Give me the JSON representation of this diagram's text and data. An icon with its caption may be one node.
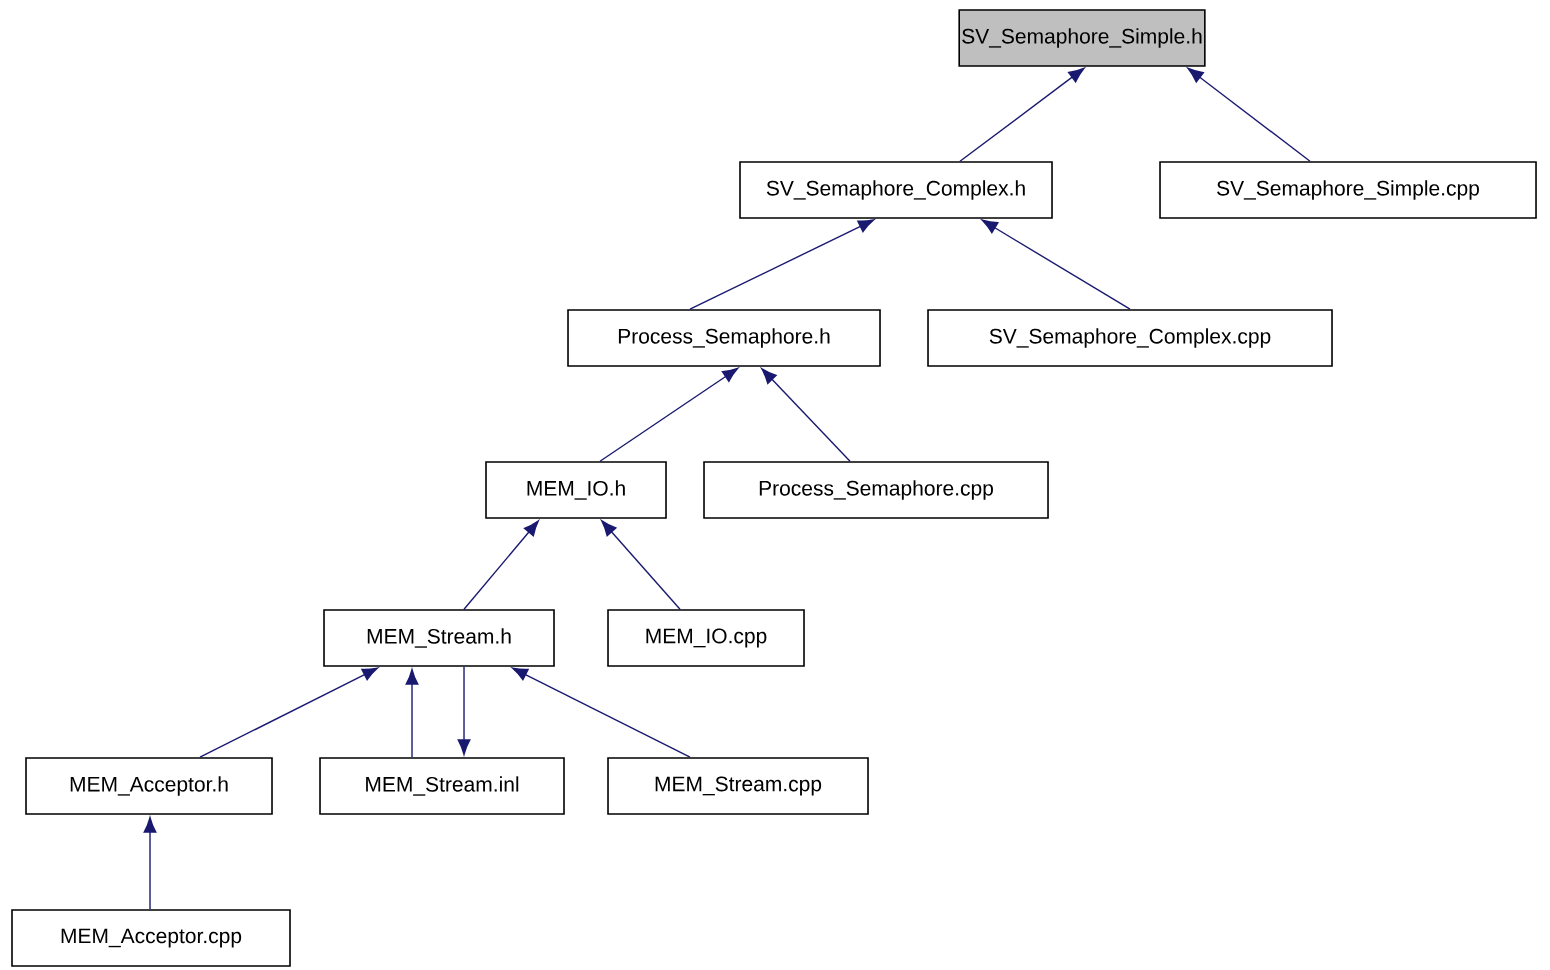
{
  "diagram": {
    "nodes": [
      {
        "text": [
          "SV_Semaphore_Simple.h"
        ]
      },
      {
        "text": [
          "SV_Semaphore_Complex.h"
        ]
      },
      {
        "text": [
          "SV_Semaphore_Simple.cpp"
        ]
      },
      {
        "text": [
          "Process_Semaphore.h"
        ]
      },
      {
        "text": [
          "SV_Semaphore_Complex.cpp"
        ]
      },
      {
        "text": [
          "MEM_IO.h"
        ]
      },
      {
        "text": [
          "Process_Semaphore.cpp"
        ]
      },
      {
        "text": [
          "MEM_Stream.h"
        ]
      },
      {
        "text": [
          "MEM_IO.cpp"
        ]
      },
      {
        "text": [
          "MEM_Acceptor.h"
        ]
      },
      {
        "text": [
          "MEM_Stream.inl"
        ]
      },
      {
        "text": [
          "MEM_Stream.cpp"
        ]
      },
      {
        "text": [
          "MEM_Acceptor.cpp"
        ]
      }
    ],
    "edges": [
      {
        "from": 1,
        "to": 0,
        "arrow": "to"
      },
      {
        "from": 2,
        "to": 0,
        "arrow": "to"
      },
      {
        "from": 3,
        "to": 1,
        "arrow": "to"
      },
      {
        "from": 4,
        "to": 1,
        "arrow": "to"
      },
      {
        "from": 5,
        "to": 3,
        "arrow": "to"
      },
      {
        "from": 6,
        "to": 3,
        "arrow": "to"
      },
      {
        "from": 7,
        "to": 5,
        "arrow": "to"
      },
      {
        "from": 8,
        "to": 5,
        "arrow": "to"
      },
      {
        "from": 9,
        "to": 7,
        "arrow": "to"
      },
      {
        "from": 10,
        "to": 7,
        "arrow": "to"
      },
      {
        "from": 7,
        "to": 10,
        "arrow": "to"
      },
      {
        "from": 11,
        "to": 7,
        "arrow": "to"
      },
      {
        "from": 12,
        "to": 9,
        "arrow": "to"
      }
    ]
  }
}
